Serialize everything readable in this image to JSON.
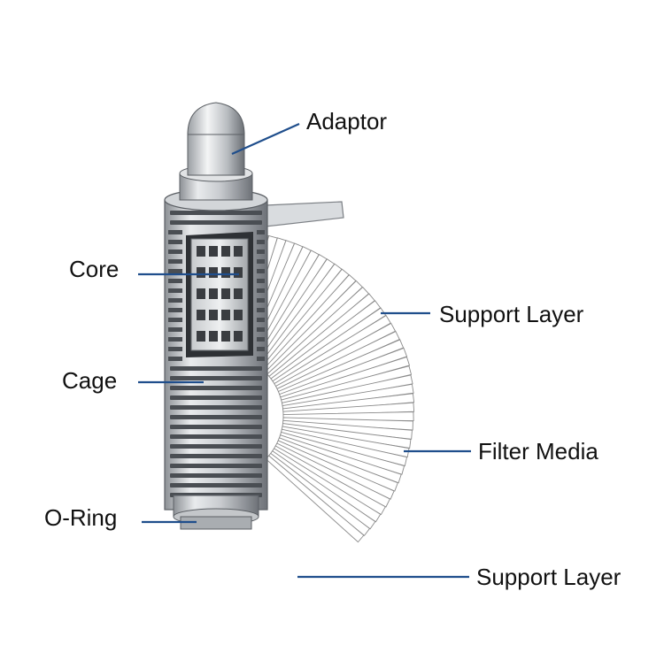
{
  "labels": {
    "adaptor": "Adaptor",
    "core": "Core",
    "cage": "Cage",
    "o_ring": "O-Ring",
    "support_layer_top": "Support Layer",
    "filter_media": "Filter Media",
    "support_layer_bottom": "Support Layer"
  },
  "colors": {
    "leader_line": "#1f4e8c",
    "text": "#111111",
    "metal_light": "#e6e8ea",
    "metal_dark": "#6b6f74",
    "pleat_fill": "#ffffff",
    "pleat_edge": "#8a8a8a"
  }
}
